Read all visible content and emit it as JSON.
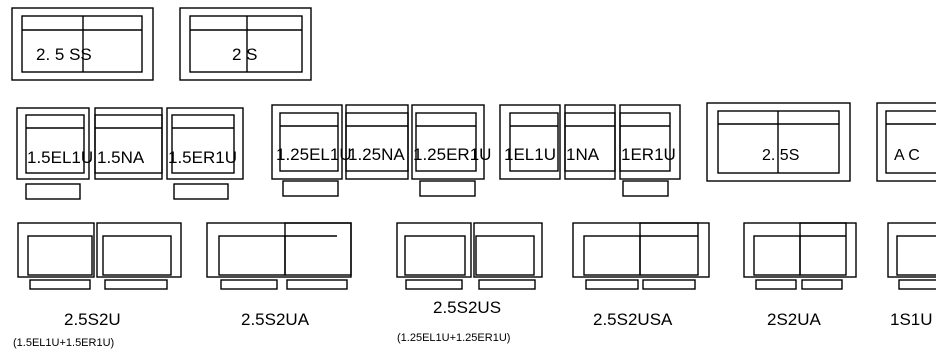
{
  "top_row": [
    {
      "label": "2. 5 SS"
    },
    {
      "label": "2 S"
    }
  ],
  "middle_row": {
    "group_a": [
      "1.5EL1U",
      "1.5NA",
      "1.5ER1U"
    ],
    "group_b": [
      "1.25EL1U",
      "1.25NA",
      "1.25ER1U"
    ],
    "group_c": [
      "1EL1U",
      "1NA",
      "1ER1U"
    ],
    "singles": [
      "2. 5S",
      "A C"
    ]
  },
  "bottom_row": [
    {
      "name": "2.5S2U",
      "sub": "(1.5EL1U+1.5ER1U)"
    },
    {
      "name": "2.5S2UA",
      "sub": ""
    },
    {
      "name": "2.5S2US",
      "sub": "(1.25EL1U+1.25ER1U)"
    },
    {
      "name": "2.5S2USA",
      "sub": ""
    },
    {
      "name": "2S2UA",
      "sub": ""
    },
    {
      "name": "1S1U",
      "sub": ""
    }
  ]
}
